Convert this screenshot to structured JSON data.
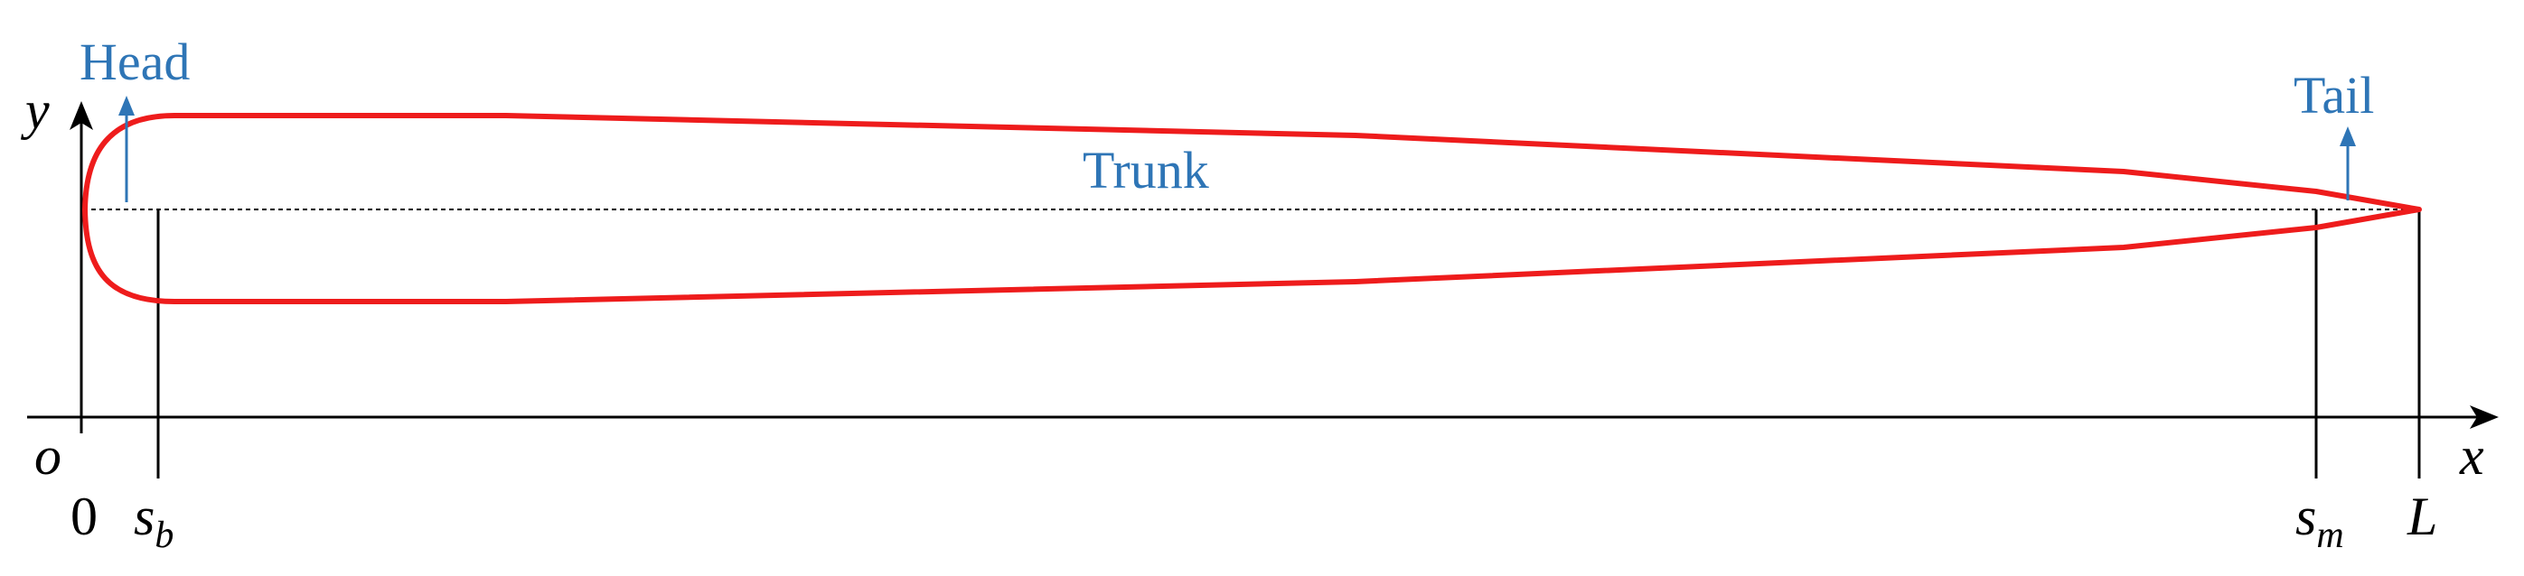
{
  "labels": {
    "head": "Head",
    "trunk": "Trunk",
    "tail": "Tail"
  },
  "axes": {
    "x_label": "x",
    "y_label": "y",
    "origin_label": "o"
  },
  "ticks": {
    "zero": "0",
    "sb_base": "s",
    "sb_sub": "b",
    "sm_base": "s",
    "sm_sub": "m",
    "length": "L"
  },
  "colors": {
    "body_outline": "#ee1c1c",
    "annotation": "#2e75b6",
    "axes": "#000000"
  }
}
